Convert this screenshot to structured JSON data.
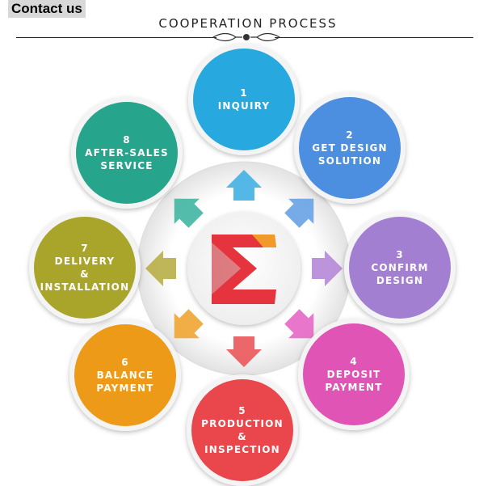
{
  "header": {
    "contact": "Contact us",
    "title": "COOPERATION PROCESS"
  },
  "colors": {
    "hub_ring": "#e9e9e9",
    "sigma_red": "#e5343d",
    "sigma_orange": "#f19a2a"
  },
  "steps": [
    {
      "number": "1",
      "lines": [
        "INQUIRY"
      ],
      "color": "#27a9df"
    },
    {
      "number": "2",
      "lines": [
        "GET DESIGN",
        "SOLUTION"
      ],
      "color": "#4c8ee0"
    },
    {
      "number": "3",
      "lines": [
        "CONFIRM",
        "DESIGN"
      ],
      "color": "#a37fd2"
    },
    {
      "number": "4",
      "lines": [
        "DEPOSIT",
        "PAYMENT"
      ],
      "color": "#e054b5"
    },
    {
      "number": "5",
      "lines": [
        "PRODUCTION",
        "&",
        "INSPECTION"
      ],
      "color": "#e9474b"
    },
    {
      "number": "6",
      "lines": [
        "BALANCE",
        "PAYMENT"
      ],
      "color": "#ec9a17"
    },
    {
      "number": "7",
      "lines": [
        "DELIVERY",
        "&",
        "INSTALLATION"
      ],
      "color": "#a8a52a"
    },
    {
      "number": "8",
      "lines": [
        "AFTER-SALES",
        "SERVICE"
      ],
      "color": "#26a58c"
    }
  ],
  "arrow_colors": [
    "#44b2e3",
    "#6ba4e6",
    "#b68bd9",
    "#e66ac6",
    "#ea5a5d",
    "#f0a736",
    "#b8b04a",
    "#45b6a4"
  ]
}
